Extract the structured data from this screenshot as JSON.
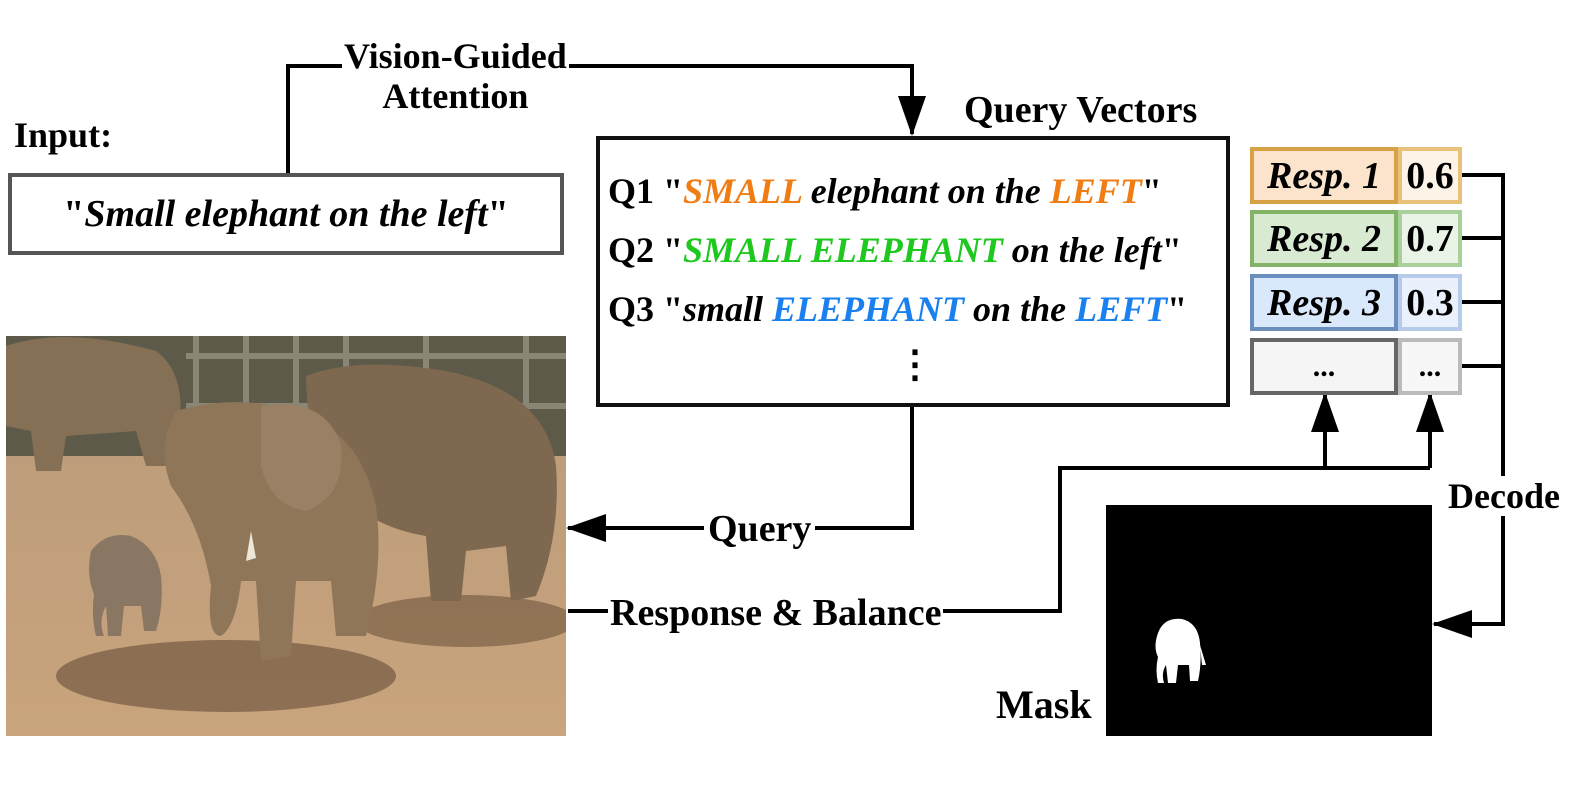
{
  "input": {
    "heading": "Input:",
    "quote_open": "\"",
    "text": "Small elephant on the left",
    "quote_close": "\""
  },
  "labels": {
    "vision_guided_1": "Vision-Guided",
    "vision_guided_2": "Attention",
    "query_vectors": "Query Vectors",
    "query": "Query",
    "response_balance": "Response & Balance",
    "decode": "Decode",
    "mask": "Mask"
  },
  "queries": [
    {
      "id": "Q1",
      "parts": [
        {
          "text": "SMALL",
          "color": "#f07d14"
        },
        {
          "text": " elephant on the ",
          "color": "#000000"
        },
        {
          "text": "LEFT",
          "color": "#f07d14"
        }
      ]
    },
    {
      "id": "Q2",
      "parts": [
        {
          "text": "SMALL ELEPHANT",
          "color": "#1ec81e"
        },
        {
          "text": " on the left",
          "color": "#000000"
        }
      ]
    },
    {
      "id": "Q3",
      "parts": [
        {
          "text": "small ",
          "color": "#000000"
        },
        {
          "text": "ELEPHANT",
          "color": "#1a7fef"
        },
        {
          "text": " on the ",
          "color": "#000000"
        },
        {
          "text": "LEFT",
          "color": "#1a7fef"
        }
      ]
    }
  ],
  "query_ellipsis": "⋮",
  "responses": [
    {
      "label": "Resp. 1",
      "value": "0.6",
      "fill": "#fbe3cc",
      "border": "#d6a245",
      "value_fill": "#fdf3e6",
      "value_border": "#e8c27a"
    },
    {
      "label": "Resp. 2",
      "value": "0.7",
      "fill": "#d9ead3",
      "border": "#82b366",
      "value_fill": "#eaf4e6",
      "value_border": "#a9d09a"
    },
    {
      "label": "Resp. 3",
      "value": "0.3",
      "fill": "#dae8fc",
      "border": "#6c8ebf",
      "value_fill": "#eaf1fd",
      "value_border": "#b6cbe9"
    },
    {
      "label": "...",
      "value": "...",
      "fill": "#f5f5f5",
      "border": "#666666",
      "value_fill": "#f7f7f7",
      "value_border": "#bbbbbb"
    }
  ]
}
